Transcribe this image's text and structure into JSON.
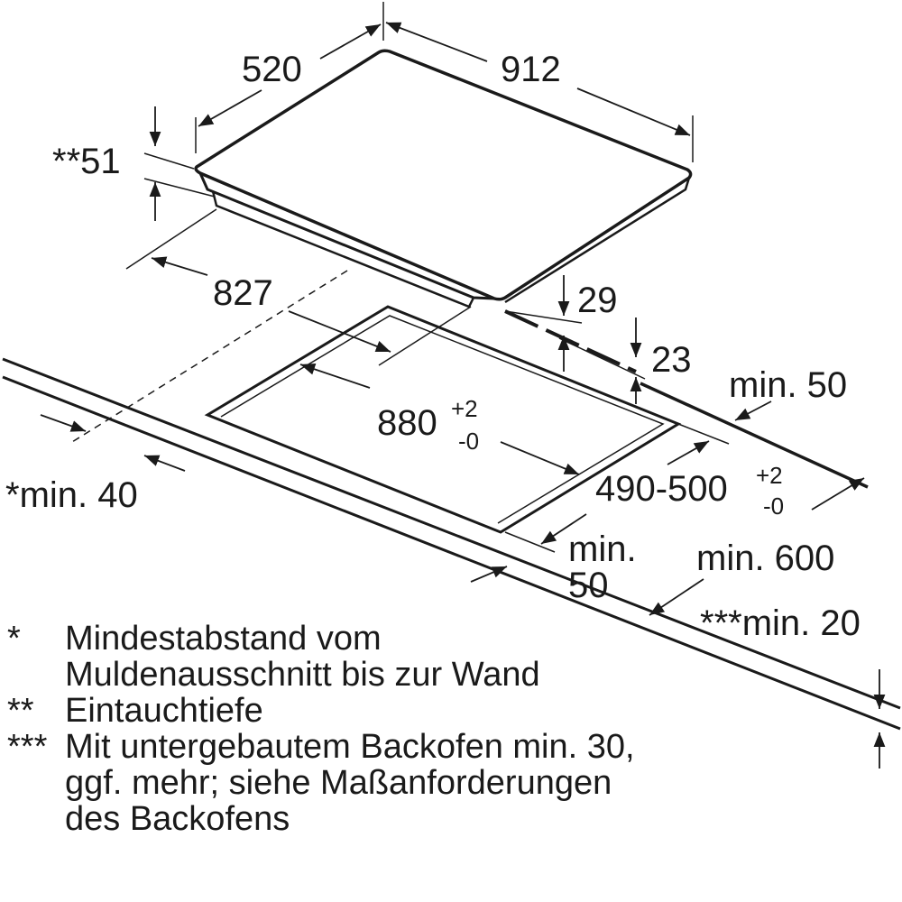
{
  "dimensions": {
    "width_hob": "520",
    "length_hob": "912",
    "immersion": "**51",
    "cutout_offset": "827",
    "h29": "29",
    "h23": "23",
    "min50_back": "min. 50",
    "cutout_length": "880",
    "cutout_length_tol_plus": "+2",
    "cutout_length_tol_minus": "-0",
    "cutout_width": "490-500",
    "cutout_width_tol_plus": "+2",
    "cutout_width_tol_minus": "-0",
    "min40": "*min. 40",
    "min50_front_a": "min.",
    "min50_front_b": "50",
    "min600": "min. 600",
    "min20": "***min. 20"
  },
  "notes": [
    {
      "mark": "*",
      "lines": [
        "Mindestabstand vom",
        "Muldenausschnitt bis zur Wand"
      ]
    },
    {
      "mark": "**",
      "lines": [
        "Eintauchtiefe"
      ]
    },
    {
      "mark": "***",
      "lines": [
        "Mit untergebautem Backofen min. 30,",
        "ggf. mehr; siehe Maßanforderungen",
        "des Backofens"
      ]
    }
  ]
}
